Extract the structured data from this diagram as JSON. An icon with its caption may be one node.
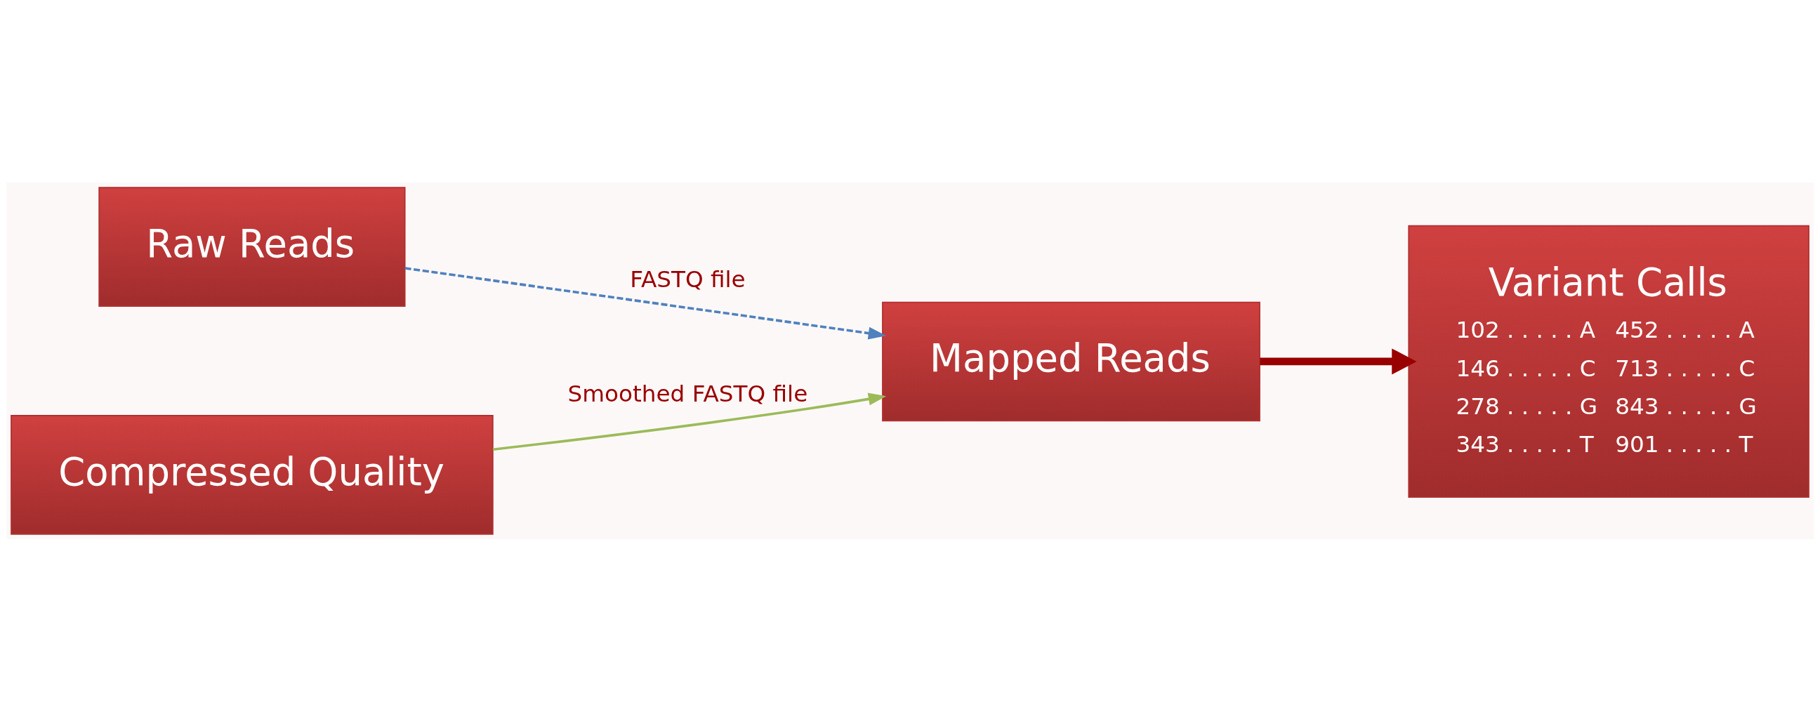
{
  "diagram": {
    "nodes": [
      {
        "text": [
          "Raw Reads"
        ]
      },
      {
        "text": [
          "Compressed Quality"
        ]
      },
      {
        "text": [
          "Mapped Reads"
        ]
      },
      {
        "text": [
          "Variant Calls",
          "102 . . . . . A",
          "452 . . . . . A",
          "146 . . . . . C",
          "713 . . . . . C",
          "278 . . . . . G",
          "843 . . . . . G",
          "343 . . . . . T",
          "901 . . . . . T"
        ]
      }
    ],
    "edges": [
      {
        "from": 0,
        "to": 2,
        "arrow": "to",
        "label": "FASTQ file",
        "style": "dashed",
        "color": "#4f81bd"
      },
      {
        "from": 1,
        "to": 2,
        "arrow": "to",
        "label": "Smoothed FASTQ file",
        "color": "#9bbb59"
      },
      {
        "from": 2,
        "to": 3,
        "arrow": "to",
        "style": "thick",
        "color": "#990000"
      }
    ]
  }
}
